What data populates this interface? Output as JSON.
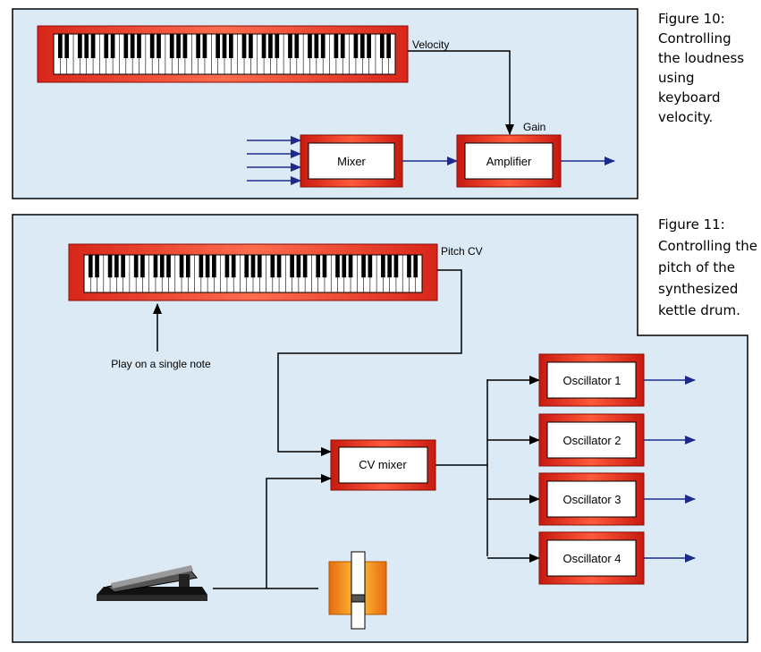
{
  "figure10": {
    "caption_lines": [
      "Figure 10:",
      "Controlling",
      "the loudness",
      "using",
      "keyboard",
      "velocity."
    ],
    "velocity_label": "Velocity",
    "gain_label": "Gain",
    "mixer_label": "Mixer",
    "amplifier_label": "Amplifier"
  },
  "figure11": {
    "caption_lines": [
      "Figure 11:",
      "Controlling the",
      "pitch of the",
      "synthesized",
      "kettle drum."
    ],
    "pitch_cv_label": "Pitch CV",
    "play_note_label": "Play on a single note",
    "cv_mixer_label": "CV mixer",
    "oscillators": [
      "Oscillator 1",
      "Oscillator 2",
      "Oscillator 3",
      "Oscillator 4"
    ]
  },
  "colors": {
    "panel_bg": "#dbeaf5",
    "panel_border": "#000000",
    "box_red": "#e8291c",
    "arrow_blue": "#1e2a8a",
    "slider_orange": "#f39a1c"
  }
}
